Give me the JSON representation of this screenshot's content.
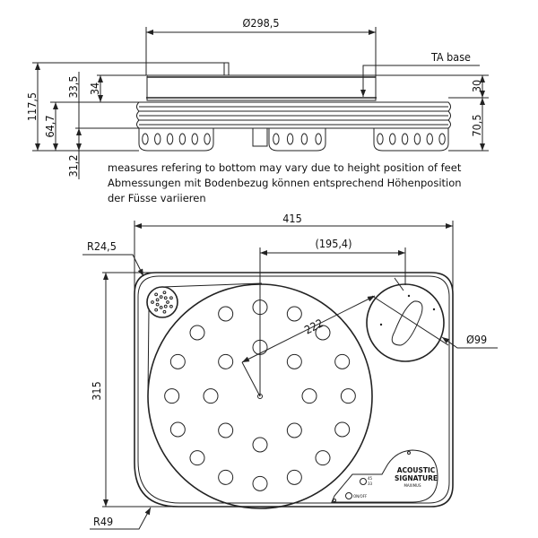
{
  "side_view": {
    "dimensions": {
      "platter_diameter": "Ø298,5",
      "total_height": "117,5",
      "platter_to_bottom": "33,5",
      "platter_height": "34",
      "base_height": "64,7",
      "feet_height": "31,2",
      "ta_base_height": "30",
      "ta_base_to_bottom": "70,5"
    },
    "ta_base_label": "TA base",
    "notes": [
      "measures refering to bottom may vary due to height position of feet",
      "Abmessungen mit Bodenbezug können entsprechend Höhenposition",
      "der Füsse variieren"
    ]
  },
  "top_view": {
    "dimensions": {
      "width": "415",
      "depth": "315",
      "arm_offset": "(195,4)",
      "arm_distance": "222",
      "arm_board_diameter": "Ø99",
      "corner_radius_small": "R24,5",
      "corner_radius_large": "R49"
    },
    "control_panel": {
      "brand_line1": "ACOUSTIC",
      "brand_line2": "SIGNATURE",
      "model": "MAXIMUS",
      "speed_45": "45",
      "speed_33": "33",
      "power": "ON/OFF"
    }
  }
}
